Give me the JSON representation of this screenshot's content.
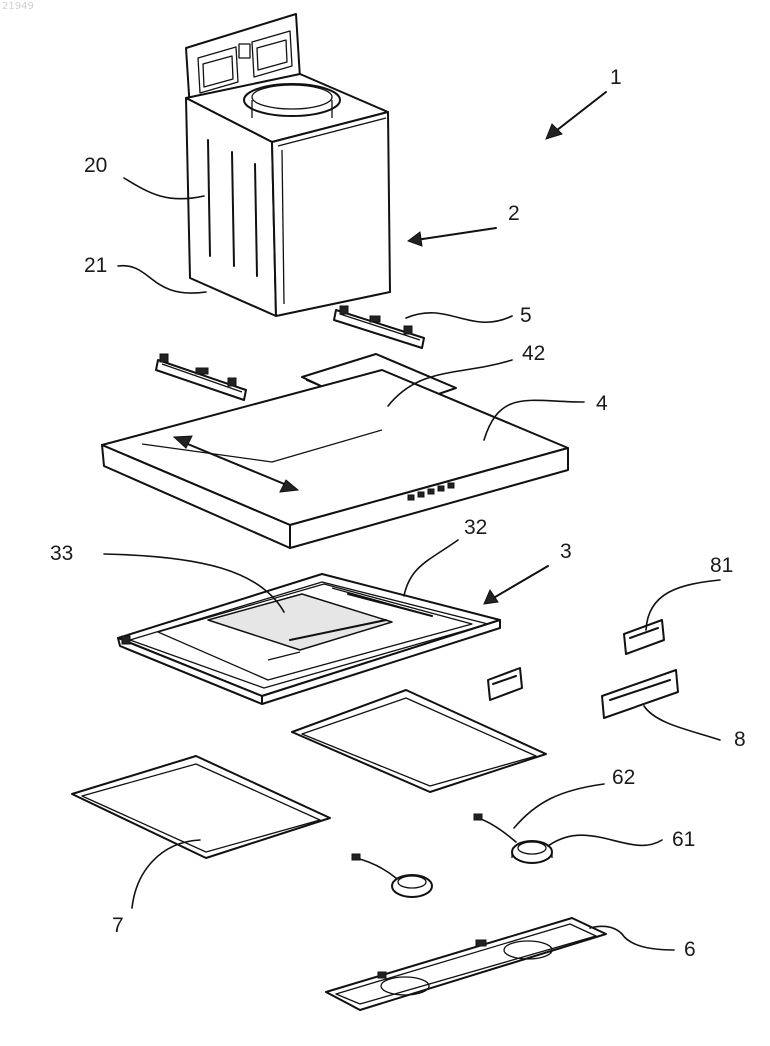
{
  "watermark": "21949",
  "labels": {
    "l1": "1",
    "l2": "2",
    "l3": "3",
    "l4": "4",
    "l5": "5",
    "l6": "6",
    "l7": "7",
    "l8": "8",
    "l20": "20",
    "l21": "21",
    "l32": "32",
    "l33": "33",
    "l42": "42",
    "l61": "61",
    "l62": "62",
    "l81": "81"
  }
}
